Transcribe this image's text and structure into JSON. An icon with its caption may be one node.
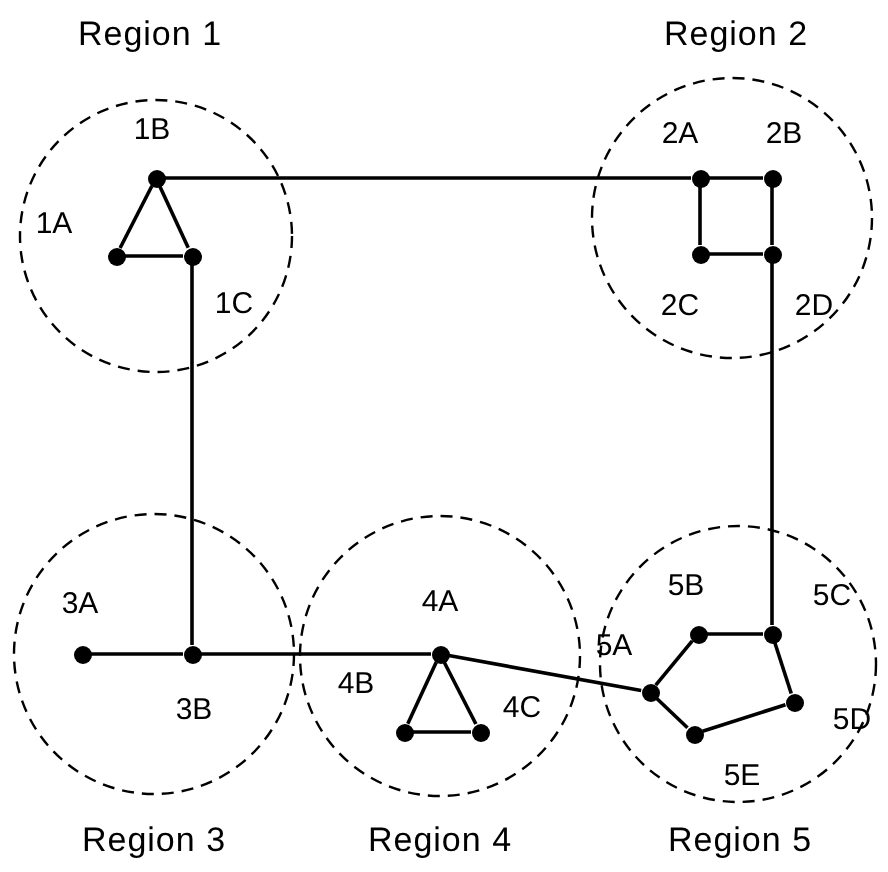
{
  "diagram": {
    "nodes": [
      {
        "text": [
          "Region 1"
        ]
      },
      {
        "text": [],
        "shape": "circle",
        "in": 0,
        "beside": [
          "1A"
        ]
      },
      {
        "text": [],
        "shape": "circle",
        "in": 0,
        "beside": [
          "1B"
        ]
      },
      {
        "text": [],
        "shape": "circle",
        "in": 0,
        "beside": [
          "1C"
        ]
      },
      {
        "text": [
          "Region 2"
        ]
      },
      {
        "text": [],
        "shape": "circle",
        "in": 4,
        "beside": [
          "2A"
        ]
      },
      {
        "text": [],
        "shape": "circle",
        "in": 4,
        "beside": [
          "2B"
        ]
      },
      {
        "text": [],
        "shape": "circle",
        "in": 4,
        "beside": [
          "2C"
        ]
      },
      {
        "text": [],
        "shape": "circle",
        "in": 4,
        "beside": [
          "2D"
        ]
      },
      {
        "text": [
          "Region 3"
        ]
      },
      {
        "text": [],
        "shape": "circle",
        "in": 9,
        "beside": [
          "3A"
        ]
      },
      {
        "text": [],
        "shape": "circle",
        "in": 9,
        "beside": [
          "3B"
        ]
      },
      {
        "text": [
          "Region 4"
        ]
      },
      {
        "text": [],
        "shape": "circle",
        "in": 12,
        "beside": [
          "4A"
        ]
      },
      {
        "text": [],
        "shape": "circle",
        "in": 12,
        "beside": [
          "4B"
        ]
      },
      {
        "text": [],
        "shape": "circle",
        "in": 12,
        "beside": [
          "4C"
        ]
      },
      {
        "text": [
          "Region 5"
        ]
      },
      {
        "text": [],
        "shape": "circle",
        "in": 16,
        "beside": [
          "5A"
        ]
      },
      {
        "text": [],
        "shape": "circle",
        "in": 16,
        "beside": [
          "5B"
        ]
      },
      {
        "text": [],
        "shape": "circle",
        "in": 16,
        "beside": [
          "5C"
        ]
      },
      {
        "text": [],
        "shape": "circle",
        "in": 16,
        "beside": [
          "5D"
        ]
      },
      {
        "text": [],
        "shape": "circle",
        "in": 16,
        "beside": [
          "5E"
        ]
      }
    ],
    "edges": [
      {
        "from": 1,
        "to": 2,
        "arrow": "none"
      },
      {
        "from": 2,
        "to": 3,
        "arrow": "none"
      },
      {
        "from": 1,
        "to": 3,
        "arrow": "none"
      },
      {
        "from": 2,
        "to": 5,
        "arrow": "none"
      },
      {
        "from": 3,
        "to": 11,
        "arrow": "none"
      },
      {
        "from": 5,
        "to": 6,
        "arrow": "none"
      },
      {
        "from": 5,
        "to": 7,
        "arrow": "none"
      },
      {
        "from": 6,
        "to": 8,
        "arrow": "none"
      },
      {
        "from": 7,
        "to": 8,
        "arrow": "none"
      },
      {
        "from": 8,
        "to": 19,
        "arrow": "none"
      },
      {
        "from": 10,
        "to": 11,
        "arrow": "none"
      },
      {
        "from": 11,
        "to": 13,
        "arrow": "none"
      },
      {
        "from": 13,
        "to": 14,
        "arrow": "none"
      },
      {
        "from": 13,
        "to": 15,
        "arrow": "none"
      },
      {
        "from": 14,
        "to": 15,
        "arrow": "none"
      },
      {
        "from": 13,
        "to": 17,
        "arrow": "none"
      },
      {
        "from": 17,
        "to": 18,
        "arrow": "none"
      },
      {
        "from": 18,
        "to": 19,
        "arrow": "none"
      },
      {
        "from": 19,
        "to": 20,
        "arrow": "none"
      },
      {
        "from": 20,
        "to": 21,
        "arrow": "none"
      },
      {
        "from": 21,
        "to": 17,
        "arrow": "none"
      }
    ]
  }
}
